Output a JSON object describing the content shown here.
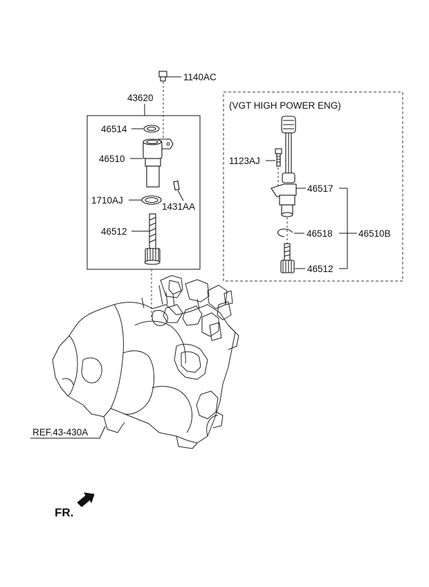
{
  "labels": {
    "p1140AC": "1140AC",
    "p43620": "43620",
    "p46514": "46514",
    "p46510": "46510",
    "p1710AJ": "1710AJ",
    "p1431AA": "1431AA",
    "p46512_left": "46512",
    "vgt_title": "(VGT HIGH POWER ENG)",
    "p1123AJ": "1123AJ",
    "p46517": "46517",
    "p46518": "46518",
    "p46512_right": "46512",
    "p46510B": "46510B",
    "ref": "REF.43-430A",
    "fr": "FR."
  }
}
